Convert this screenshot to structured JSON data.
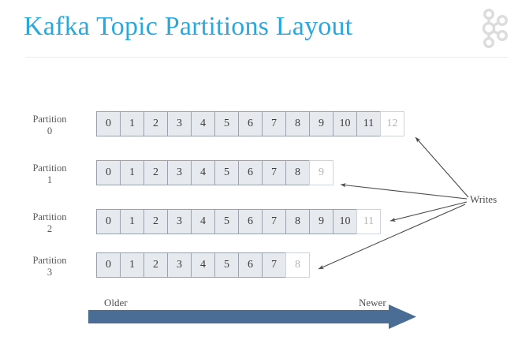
{
  "header": {
    "title": "Kafka Topic Partitions Layout",
    "title_color": "#29a8e0",
    "logo_icon": "kafka-logo-icon",
    "logo_color": "#dcdcdc",
    "rule_color": "#ececec"
  },
  "diagram": {
    "type": "partition-log-layout",
    "segment_fill_color": "#e6eaef",
    "segment_border_color": "#9aa3ad",
    "empty_segment_fill_color": "#ffffff",
    "empty_segment_text_color": "#b4b4b4",
    "partitions": [
      {
        "label": "Partition",
        "number": "0",
        "filled": [
          "0",
          "1",
          "2",
          "3",
          "4",
          "5",
          "6",
          "7",
          "8",
          "9",
          "10",
          "11"
        ],
        "next_offset": "12"
      },
      {
        "label": "Partition",
        "number": "1",
        "filled": [
          "0",
          "1",
          "2",
          "3",
          "4",
          "5",
          "6",
          "7",
          "8"
        ],
        "next_offset": "9"
      },
      {
        "label": "Partition",
        "number": "2",
        "filled": [
          "0",
          "1",
          "2",
          "3",
          "4",
          "5",
          "6",
          "7",
          "8",
          "9",
          "10"
        ],
        "next_offset": "11"
      },
      {
        "label": "Partition",
        "number": "3",
        "filled": [
          "0",
          "1",
          "2",
          "3",
          "4",
          "5",
          "6",
          "7"
        ],
        "next_offset": "8"
      }
    ],
    "writes_label": "Writes",
    "writes_arrow_color": "#4a4a4a",
    "time_axis": {
      "older_label": "Older",
      "newer_label": "Newer",
      "arrow_color": "#4a6d96"
    }
  }
}
